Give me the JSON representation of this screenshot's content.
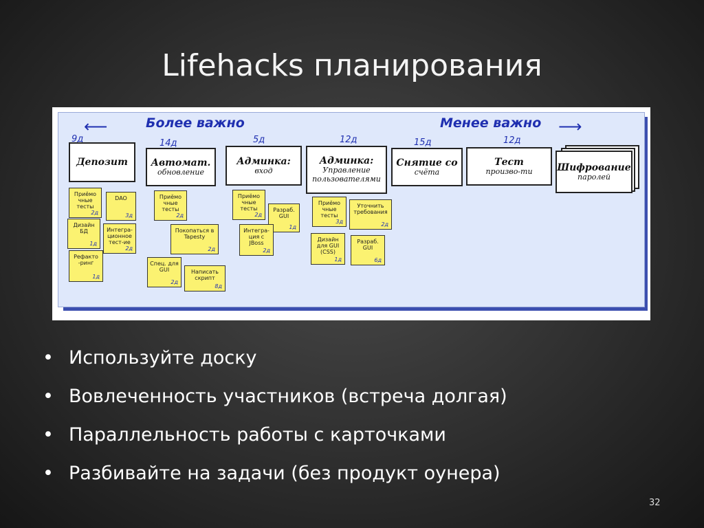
{
  "slide": {
    "title": "Lifehacks планирования",
    "page_number": "32"
  },
  "board": {
    "left_header": "Более важно",
    "right_header": "Менее важно",
    "columns": [
      {
        "days": "9д",
        "story": "Депозит",
        "story_sub": ""
      },
      {
        "days": "14д",
        "story": "Автомат.",
        "story_sub": "обновление"
      },
      {
        "days": "5д",
        "story": "Админка:",
        "story_sub": "вход"
      },
      {
        "days": "12д",
        "story": "Админка:",
        "story_sub": "Управление пользователями"
      },
      {
        "days": "15д",
        "story": "Снятие со",
        "story_sub": "счёта"
      },
      {
        "days": "12д",
        "story": "Тест",
        "story_sub": "произво-ти"
      },
      {
        "days": "",
        "story": "Шифрование",
        "story_sub": "паролей"
      }
    ],
    "stickies": [
      {
        "text": "Приёмо чные тесты",
        "est": "2д"
      },
      {
        "text": "DAO",
        "est": "3д"
      },
      {
        "text": "Дизайн БД",
        "est": "1д"
      },
      {
        "text": "Интегра-ционное тест-ие",
        "est": "2д"
      },
      {
        "text": "Рефакто -ринг",
        "est": "1д"
      },
      {
        "text": "Приёмо чные тесты",
        "est": "2д"
      },
      {
        "text": "Покопаться в Tapesty",
        "est": "2д"
      },
      {
        "text": "Спец. для GUI",
        "est": "2д"
      },
      {
        "text": "Написать скрипт",
        "est": "8д"
      },
      {
        "text": "Приёмо чные тесты",
        "est": "2д"
      },
      {
        "text": "Разраб. GUI",
        "est": "1д"
      },
      {
        "text": "Интегра-ция с JBoss",
        "est": "2д"
      },
      {
        "text": "Приёмо чные тесты",
        "est": "3д"
      },
      {
        "text": "Уточнить требования",
        "est": "2д"
      },
      {
        "text": "Дизайн для GUI (CSS)",
        "est": "1д"
      },
      {
        "text": "Разраб. GUI",
        "est": "6д"
      }
    ]
  },
  "bullets": [
    "Используйте доску",
    "Вовлеченность участников (встреча долгая)",
    "Параллельность работы с карточками",
    "Разбивайте на задачи (без продукт оунера)"
  ]
}
